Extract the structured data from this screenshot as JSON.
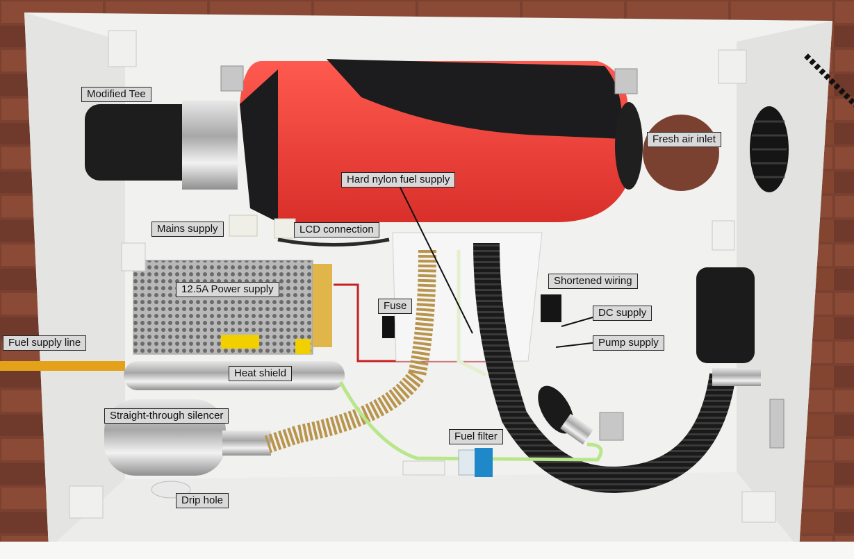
{
  "labels": {
    "modified_tee": "Modified Tee",
    "fresh_air_inlet": "Fresh air inlet",
    "hard_nylon_fuel_supply": "Hard nylon fuel supply",
    "mains_supply": "Mains supply",
    "lcd_connection": "LCD connection",
    "power_supply": "12.5A Power supply",
    "fuse": "Fuse",
    "shortened_wiring": "Shortened wiring",
    "dc_supply": "DC supply",
    "pump_supply": "Pump supply",
    "fuel_supply_line": "Fuel supply line",
    "heat_shield": "Heat shield",
    "straight_through_silencer": "Straight-through silencer",
    "fuel_filter": "Fuel filter",
    "drip_hole": "Drip hole"
  },
  "colors": {
    "brick": "#7a4030",
    "board": "#f4f4f2",
    "heater_red": "#ea3b35",
    "heater_black": "#1c1c1e",
    "label_bg": "#d9d9d9"
  }
}
